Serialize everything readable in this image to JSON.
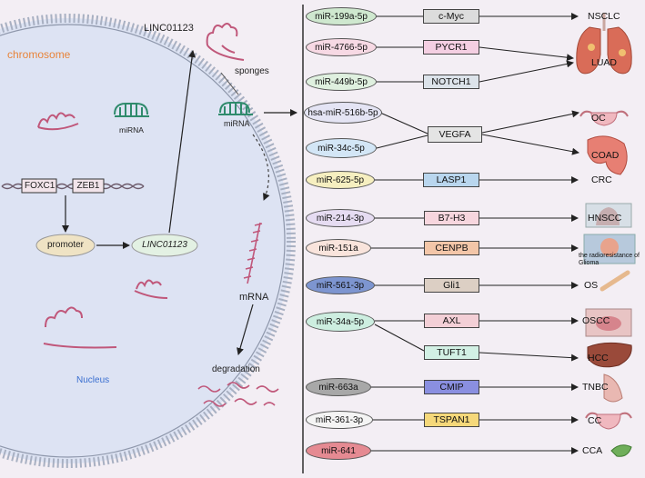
{
  "left": {
    "chromosome_label": "chromosome",
    "nucleus_label": "Nucleus",
    "mirna_small": "miRNA",
    "foxc1": "FOXC1",
    "zeb1": "ZEB1",
    "promoter": "promoter",
    "linc_gene": "LINC01123",
    "linc_title": "LINC01123",
    "sponges": "sponges",
    "mirna_center": "miRNA",
    "mrna": "mRNA",
    "degradation": "degradation"
  },
  "rows": [
    {
      "mirna": "miR-199a-5p",
      "mirna_color": "#cfe8cf",
      "target": "c-Myc",
      "target_color": "#dcdcdc",
      "disease": "NSCLC"
    },
    {
      "mirna": "miR-4766-5p",
      "mirna_color": "#f7d9e4",
      "target": "PYCR1",
      "target_color": "#f4cfe2",
      "disease": "LUAD"
    },
    {
      "mirna": "miR-449b-5p",
      "mirna_color": "#dff0df",
      "target": "NOTCH1",
      "target_color": "#dce3ea",
      "disease": ""
    },
    {
      "mirna": "hsa-miR-516b-5p",
      "mirna_color": "#e4e4f4",
      "target": "VEGFA",
      "target_color": "#e4e4e4",
      "disease": "OC"
    },
    {
      "mirna": "miR-34c-5p",
      "mirna_color": "#d3e6f6",
      "target": "",
      "target_color": "",
      "disease": "COAD"
    },
    {
      "mirna": "miR-625-5p",
      "mirna_color": "#f6efc0",
      "target": "LASP1",
      "target_color": "#b9d6ee",
      "disease": "CRC"
    },
    {
      "mirna": "miR-214-3p",
      "mirna_color": "#e6dcf2",
      "target": "B7-H3",
      "target_color": "#f7d6de",
      "disease": "HNSCC"
    },
    {
      "mirna": "miR-151a",
      "mirna_color": "#f9e4dc",
      "target": "CENPB",
      "target_color": "#f3c6a8",
      "disease": "the radioresistance of Glioma"
    },
    {
      "mirna": "miR-561-3p",
      "mirna_color": "#7d95d0",
      "target": "Gli1",
      "target_color": "#dccfc4",
      "disease": "OS"
    },
    {
      "mirna": "miR-34a-5p",
      "mirna_color": "#cdeee0",
      "target": "AXL",
      "target_color": "#f3cfd6",
      "disease": "OSCC"
    },
    {
      "mirna": "",
      "mirna_color": "",
      "target": "TUFT1",
      "target_color": "#d2f0e4",
      "disease": "HCC"
    },
    {
      "mirna": "miR-663a",
      "mirna_color": "#a8a8a8",
      "target": "CMIP",
      "target_color": "#8a8fe0",
      "disease": "TNBC"
    },
    {
      "mirna": "miR-361-3p",
      "mirna_color": "#f4f4f4",
      "target": "TSPAN1",
      "target_color": "#f5d87a",
      "disease": "CC"
    },
    {
      "mirna": "miR-641",
      "mirna_color": "#e58a92",
      "target": "",
      "target_color": "",
      "disease": "CCA"
    }
  ],
  "colors": {
    "nucleus_fill": "#dde3f3",
    "nucleus_border": "#9aa4b8",
    "accent_orange": "#e8843a",
    "accent_blue": "#3a6fd0",
    "rna_pink": "#c0577a",
    "rna_green": "#2f8b6c"
  }
}
